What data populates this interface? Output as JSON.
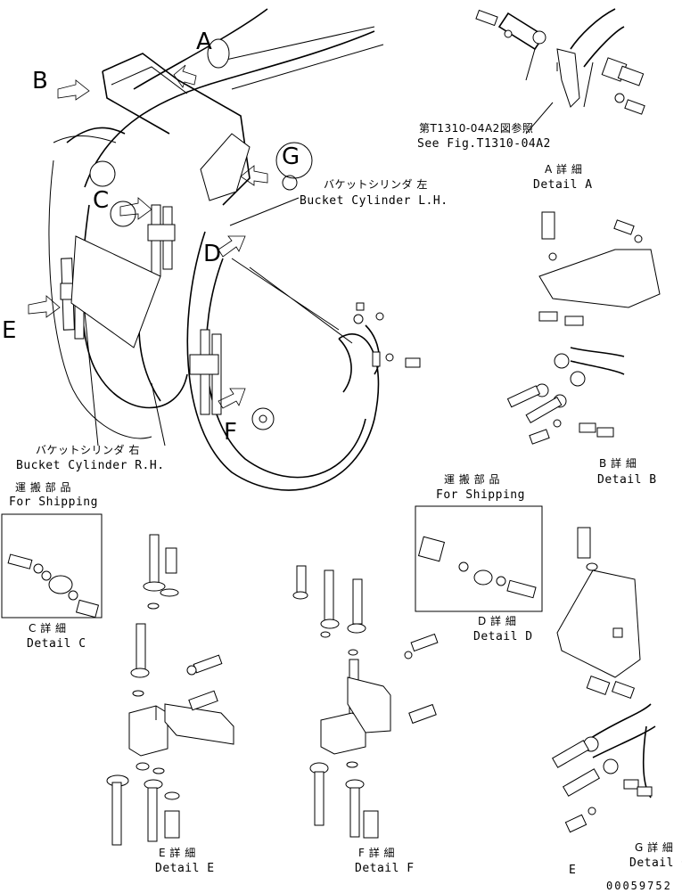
{
  "callouts": {
    "a": "A",
    "b": "B",
    "c": "C",
    "d": "D",
    "e": "E",
    "f": "F",
    "g": "G"
  },
  "reference": {
    "jp": "第T1310-04A2図参照",
    "en": "See Fig.T1310-04A2"
  },
  "bucket_cyl_lh": {
    "jp": "バケットシリンダ 左",
    "en": "Bucket Cylinder L.H."
  },
  "bucket_cyl_rh": {
    "jp": "バケットシリンダ 右",
    "en": "Bucket Cylinder R.H."
  },
  "details": {
    "a": {
      "jp": "A 詳 細",
      "en": "Detail A"
    },
    "b": {
      "jp": "B 詳 細",
      "en": "Detail B"
    },
    "c": {
      "jp": "C 詳 細",
      "en": "Detail C"
    },
    "d": {
      "jp": "D 詳 細",
      "en": "Detail D"
    },
    "e": {
      "jp": "E 詳 細",
      "en": "Detail E"
    },
    "f": {
      "jp": "F 詳 細",
      "en": "Detail F"
    },
    "g": {
      "jp": "G 詳 細",
      "en": "Detail G"
    }
  },
  "shipping_c": {
    "jp": "運 搬 部 品",
    "en": "For Shipping"
  },
  "shipping_d": {
    "jp": "運 搬 部 品",
    "en": "For Shipping"
  },
  "drawing_number": "00059752",
  "stray_letter": "E"
}
